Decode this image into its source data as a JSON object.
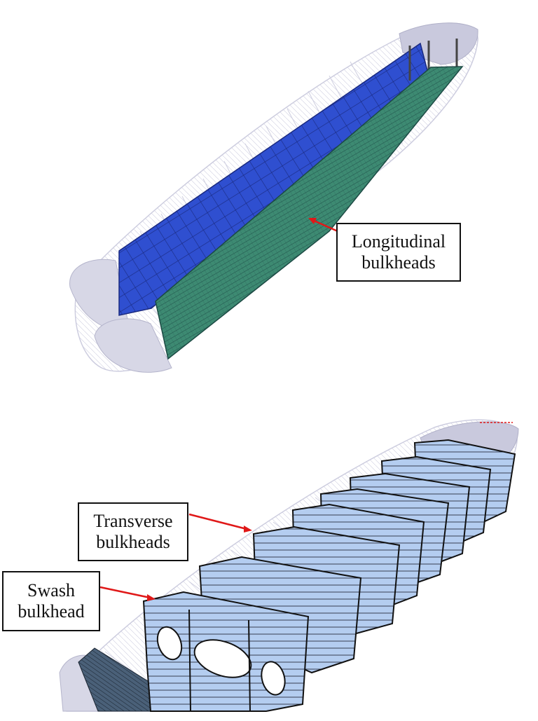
{
  "labels": {
    "longitudinal": {
      "line1": "Longitudinal",
      "line2": "bulkheads"
    },
    "transverse": {
      "line1": "Transverse",
      "line2": "bulkheads"
    },
    "swash": {
      "line1": "Swash",
      "line2": "bulkhead"
    }
  },
  "colors": {
    "hull_outline": "#c8c8dc",
    "hull_fill": "#c9c9dd",
    "blue_bulkhead": "#2f4fd0",
    "green_bulkhead": "#3d8a72",
    "light_blue_bulkhead": "#b4cdf0",
    "arrow": "#e01818"
  },
  "icons": {
    "arrow": "red-arrow"
  }
}
